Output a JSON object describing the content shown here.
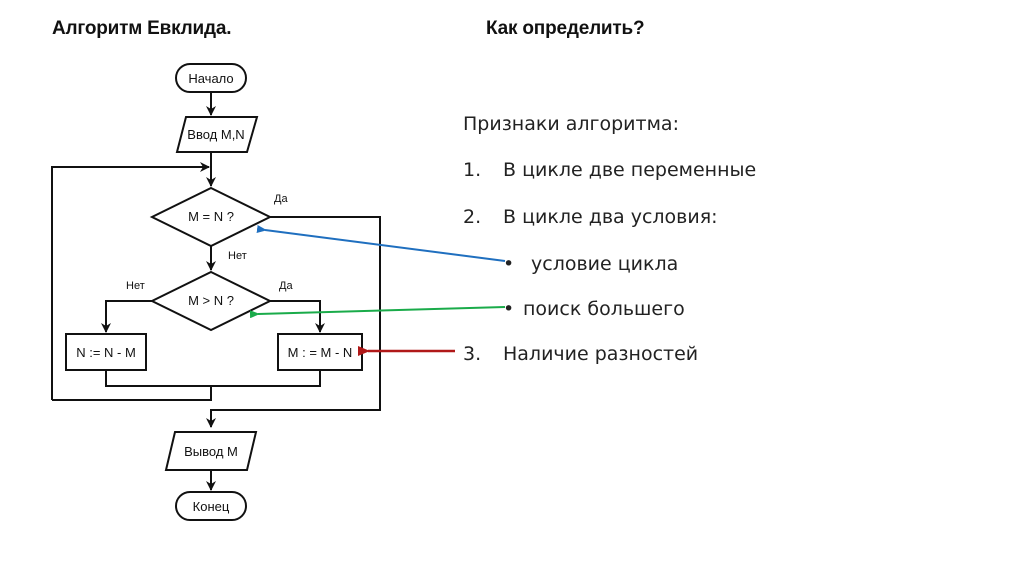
{
  "slide": {
    "title_left": "Алгоритм Евклида.",
    "title_right": "Как определить?"
  },
  "flowchart": {
    "start": "Начало",
    "input": "Ввод M,N",
    "condition1": "M = N ?",
    "condition1_yes": "Да",
    "condition1_no": "Нет",
    "condition2": "M > N ?",
    "condition2_yes": "Да",
    "condition2_no": "Нет",
    "process_left": "N := N - M",
    "process_right": "M : = M - N",
    "output": "Вывод M",
    "end": "Конец"
  },
  "signs": {
    "heading": "Признаки алгоритма:",
    "items": [
      {
        "marker": "1.",
        "text": "В цикле две переменные"
      },
      {
        "marker": "2.",
        "text": "В цикле два условия:"
      },
      {
        "marker": "•",
        "text": "условие цикла"
      },
      {
        "marker": "•",
        "text": "поиск большего"
      },
      {
        "marker": "3.",
        "text": "Наличие разностей"
      }
    ]
  },
  "arrow_colors": {
    "loop_condition": "#1f6fbf",
    "find_larger": "#1aab4a",
    "differences": "#b01818"
  }
}
